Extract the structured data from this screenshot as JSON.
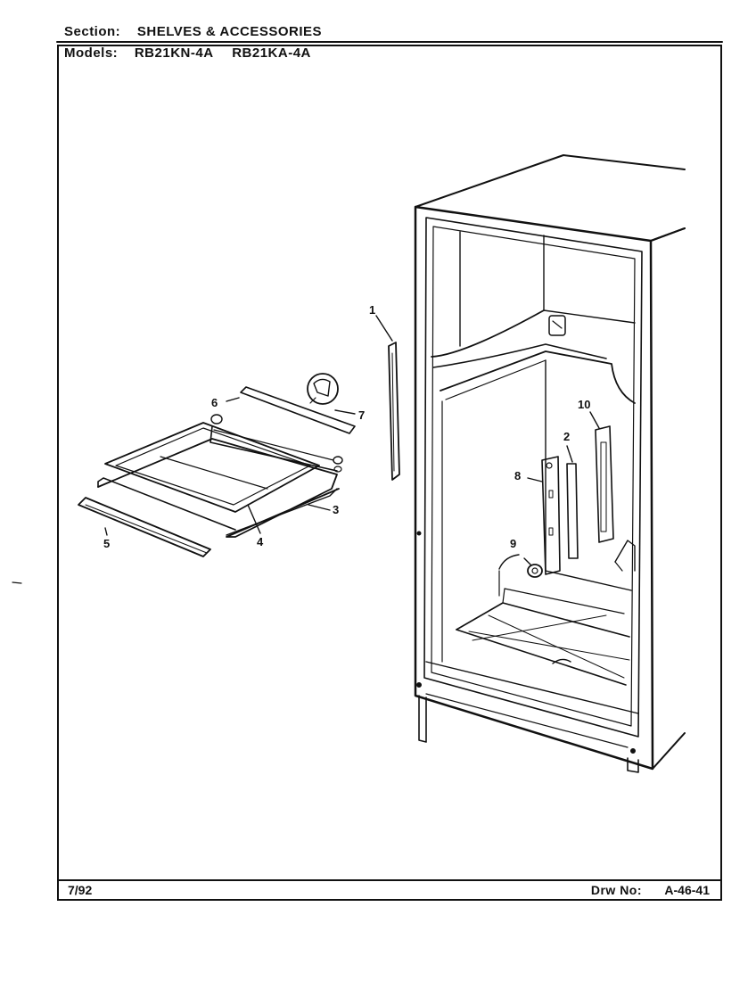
{
  "header": {
    "section_label": "Section:",
    "section_value": "SHELVES & ACCESSORIES",
    "models_label": "Models:",
    "models": [
      "RB21KN-4A",
      "RB21KA-4A"
    ]
  },
  "footer": {
    "date": "7/92",
    "drw_label": "Drw No:",
    "drw_value": "A-46-41"
  },
  "callouts": [
    "1",
    "2",
    "3",
    "4",
    "5",
    "6",
    "7",
    "8",
    "9",
    "10"
  ]
}
